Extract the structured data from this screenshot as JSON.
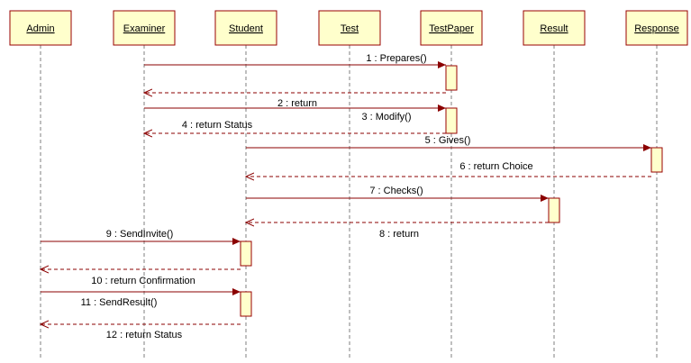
{
  "colors": {
    "box_fill": "#ffffcc",
    "box_stroke": "#990000",
    "message": "#8b0000",
    "lifeline": "#7f7f7f",
    "activation_fill": "#ffffcc"
  },
  "lifelines": [
    {
      "id": "admin",
      "label": "Admin"
    },
    {
      "id": "examiner",
      "label": "Examiner"
    },
    {
      "id": "student",
      "label": "Student"
    },
    {
      "id": "test",
      "label": "Test"
    },
    {
      "id": "testpaper",
      "label": "TestPaper"
    },
    {
      "id": "result",
      "label": "Result"
    },
    {
      "id": "response",
      "label": "Response"
    }
  ],
  "messages": [
    {
      "text": "1 : Prepares()",
      "from": "examiner",
      "to": "testpaper",
      "kind": "call"
    },
    {
      "text": "",
      "from": "testpaper",
      "to": "examiner",
      "kind": "return"
    },
    {
      "text": "2 : return",
      "from": "examiner",
      "to": "testpaper",
      "kind": "call"
    },
    {
      "text": "3 : Modify()",
      "from": "examiner",
      "to": "testpaper",
      "kind": "call"
    },
    {
      "text": "4 : return Status",
      "from": "testpaper",
      "to": "examiner",
      "kind": "return"
    },
    {
      "text": "5 : Gives()",
      "from": "student",
      "to": "response",
      "kind": "call"
    },
    {
      "text": "6 : return Choice",
      "from": "response",
      "to": "student",
      "kind": "return"
    },
    {
      "text": "7 : Checks()",
      "from": "student",
      "to": "result",
      "kind": "call"
    },
    {
      "text": "8 : return",
      "from": "result",
      "to": "student",
      "kind": "return"
    },
    {
      "text": "9 : SendInvite()",
      "from": "admin",
      "to": "student",
      "kind": "call"
    },
    {
      "text": "10 : return Confirmation",
      "from": "student",
      "to": "admin",
      "kind": "return"
    },
    {
      "text": "11 : SendResult()",
      "from": "admin",
      "to": "student",
      "kind": "call"
    },
    {
      "text": "12 : return Status",
      "from": "student",
      "to": "admin",
      "kind": "return"
    }
  ]
}
